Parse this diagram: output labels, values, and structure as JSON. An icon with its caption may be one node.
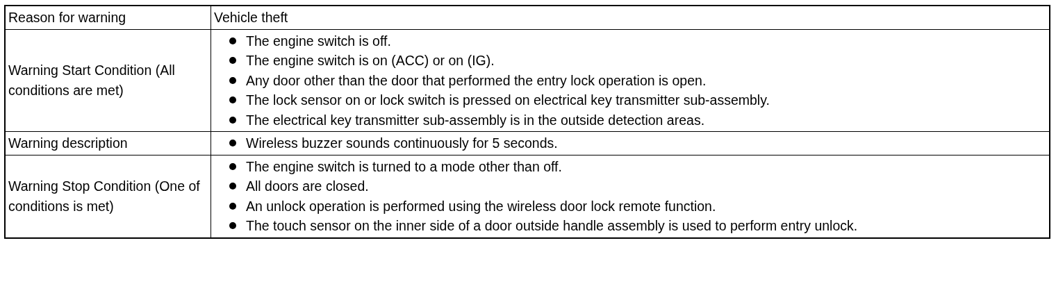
{
  "diagram": {
    "labels": [
      "Reason for warning",
      "Vehicle theft",
      "Warning Start Condition (All conditions are met)",
      "The engine switch is off.",
      "The engine switch is on (ACC) or on (IG).",
      "Any door other than the door that performed the entry lock operation is open.",
      "The lock sensor on or lock switch is pressed on electrical key transmitter sub-assembly.",
      "The electrical key transmitter sub-assembly is in the outside detection areas.",
      "Warning description",
      "Wireless buzzer sounds continuously for 5 seconds.",
      "Warning Stop Condition (One of conditions is met)",
      "The engine switch is turned to a mode other than off.",
      "All doors are closed.",
      "An unlock operation is performed using the wireless door lock remote function.",
      "The touch sensor on the inner side of a door outside handle assembly is used to perform entry unlock."
    ]
  }
}
